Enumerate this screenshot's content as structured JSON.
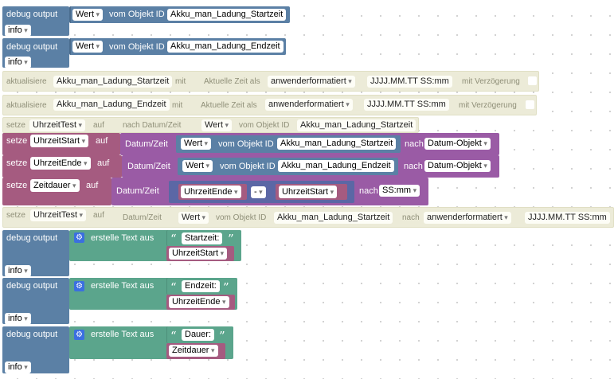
{
  "labels": {
    "debug_output": "debug output",
    "info": "info",
    "wert": "Wert",
    "vom_objekt_id": "vom Objekt ID",
    "aktualisiere": "aktualisiere",
    "mit": "mit",
    "aktuelle_zeit_als": "Aktuelle Zeit als",
    "anwenderformatiert": "anwenderformatiert",
    "format_full": "JJJJ.MM.TT SS:mm",
    "mit_verzoegerung": "mit Verzögerung",
    "setze": "setze",
    "auf": "auf",
    "nach_datum_zeit": "nach Datum/Zeit",
    "datum_zeit": "Datum/Zeit",
    "nach": "nach",
    "datum_objekt": "Datum-Objekt",
    "minus": "-",
    "ssmm": "SS:mm",
    "erstelle_text_aus": "erstelle Text aus",
    "quote_open": "“",
    "quote_close": "”"
  },
  "objects": {
    "startzeit": "Akku_man_Ladung_Startzeit",
    "endzeit": "Akku_man_Ladung_Endzeit"
  },
  "variables": {
    "uhrzeittest": "UhrzeitTest",
    "uhrzeitstart": "UhrzeitStart",
    "uhrzeitende": "UhrzeitEnde",
    "zeitdauer": "Zeitdauer"
  },
  "texts": {
    "startzeit": "Startzeit:",
    "endzeit": "Endzeit:",
    "dauer": "Dauer:"
  },
  "colors": {
    "debug_block": "#5b80a5",
    "set_block": "#a55b80",
    "date_block": "#9a5ba5",
    "text_block": "#5ba58c",
    "variable_block": "#a55b80",
    "disabled_block": "#ecebd8"
  }
}
